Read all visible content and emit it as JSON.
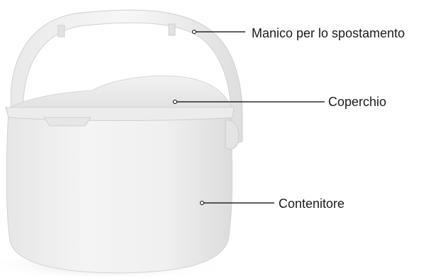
{
  "callouts": {
    "handle": "Manico per lo spostamento",
    "lid": "Coperchio",
    "container": "Contenitore"
  },
  "illustration": {
    "subject": "bin-with-lid-and-handle",
    "colors": {
      "body": "#efefef",
      "shadow": "#d9d9d9",
      "line": "#000000"
    }
  }
}
